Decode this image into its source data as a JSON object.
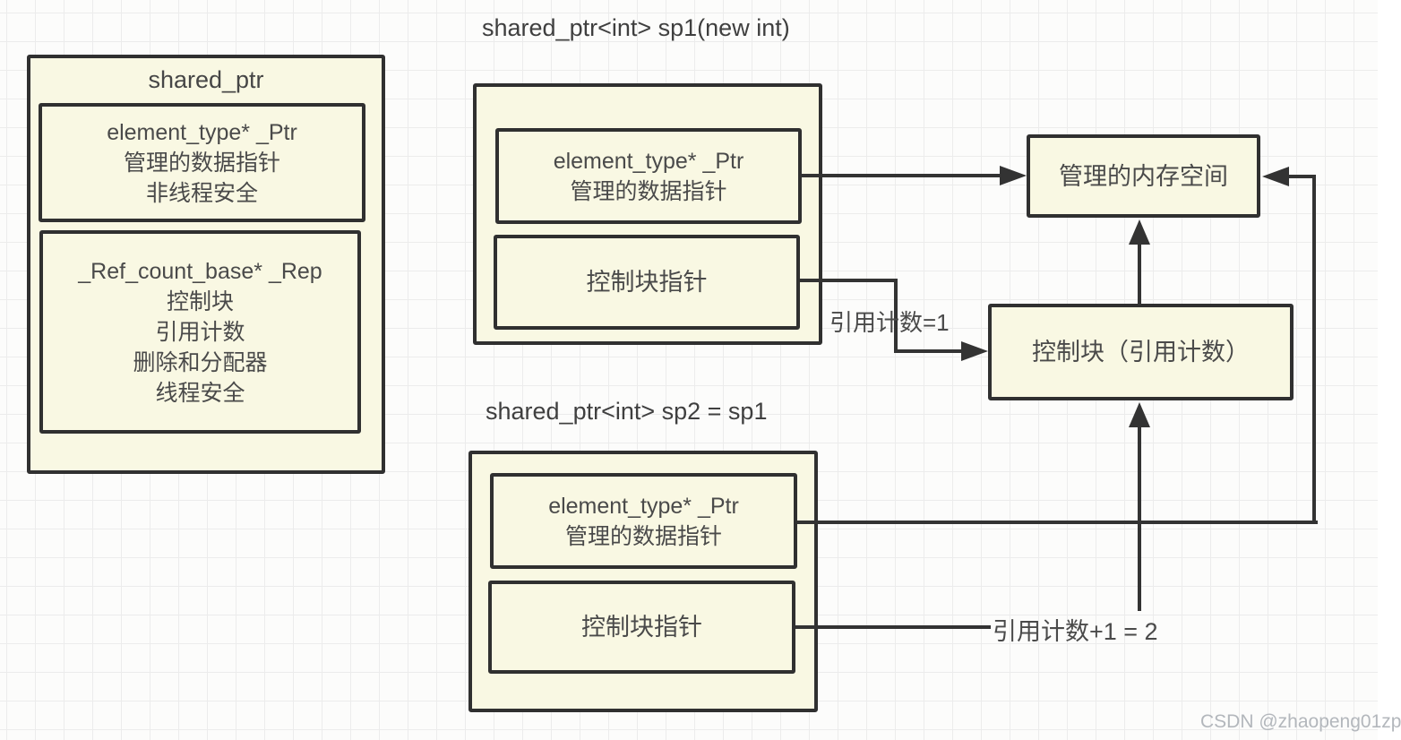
{
  "diagram": {
    "class_box": {
      "title": "shared_ptr",
      "ptr_field": {
        "lines": [
          "element_type* _Ptr",
          "管理的数据指针",
          "非线程安全"
        ]
      },
      "rep_field": {
        "lines": [
          "_Ref_count_base* _Rep",
          "控制块",
          "引用计数",
          "删除和分配器",
          "线程安全"
        ]
      }
    },
    "sp1": {
      "declaration": "shared_ptr<int> sp1(new int)",
      "ptr_field": {
        "lines": [
          "element_type* _Ptr",
          "管理的数据指针"
        ]
      },
      "ctrl_field": {
        "lines": [
          "控制块指针"
        ]
      }
    },
    "sp2": {
      "declaration": "shared_ptr<int> sp2 = sp1",
      "ptr_field": {
        "lines": [
          "element_type* _Ptr",
          "管理的数据指针"
        ]
      },
      "ctrl_field": {
        "lines": [
          "控制块指针"
        ]
      }
    },
    "memory_box": {
      "label": "管理的内存空间"
    },
    "control_block_box": {
      "label": "控制块（引用计数）"
    },
    "annotations": {
      "ref_count_sp1": "引用计数=1",
      "ref_count_sp2": "引用计数+1 = 2"
    }
  },
  "colors": {
    "box_fill": "#f9f8e3",
    "box_border": "#303030",
    "connector": "#333333",
    "text": "#4a4a4a",
    "grid_line": "#ececec",
    "background": "#fcfcfb",
    "watermark_text": "#b3b7bc"
  },
  "watermark": "CSDN @zhaopeng01zp"
}
